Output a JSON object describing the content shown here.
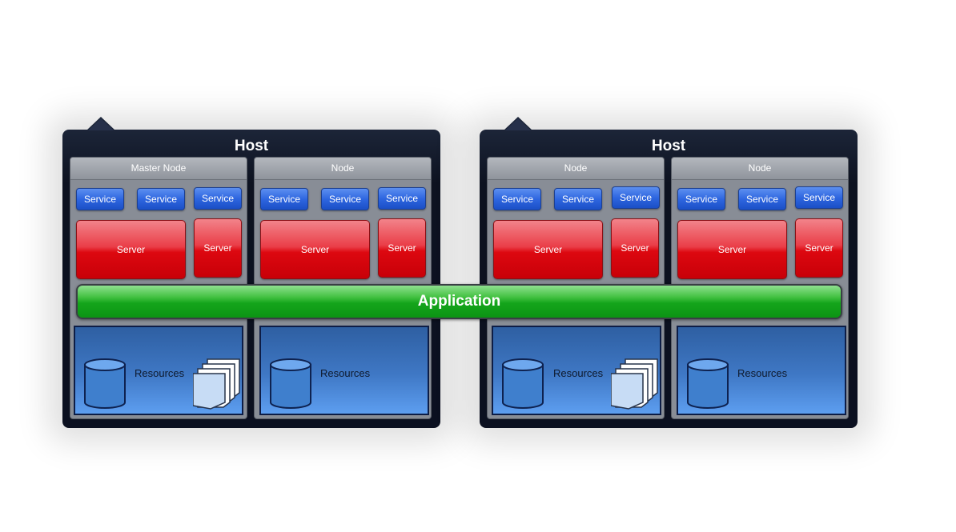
{
  "hosts": [
    {
      "title": "Host",
      "nodes": [
        {
          "title": "Master Node",
          "services": [
            "Service",
            "Service",
            "Service"
          ],
          "servers": [
            "Server",
            "Server"
          ],
          "resources": "Resources"
        },
        {
          "title": "Node",
          "services": [
            "Service",
            "Service",
            "Service"
          ],
          "servers": [
            "Server",
            "Server"
          ],
          "resources": "Resources"
        }
      ]
    },
    {
      "title": "Host",
      "nodes": [
        {
          "title": "Node",
          "services": [
            "Service",
            "Service",
            "Service"
          ],
          "servers": [
            "Server",
            "Server"
          ],
          "resources": "Resources"
        },
        {
          "title": "Node",
          "services": [
            "Service",
            "Service",
            "Service"
          ],
          "servers": [
            "Server",
            "Server"
          ],
          "resources": "Resources"
        }
      ]
    }
  ],
  "application": "Application",
  "colors": {
    "host": "#0d1220",
    "service": "#2e66e0",
    "server": "#dd0810",
    "application": "#14a51b",
    "resources": "#3f78c5"
  },
  "icons": [
    "database-icon",
    "documents-icon"
  ]
}
